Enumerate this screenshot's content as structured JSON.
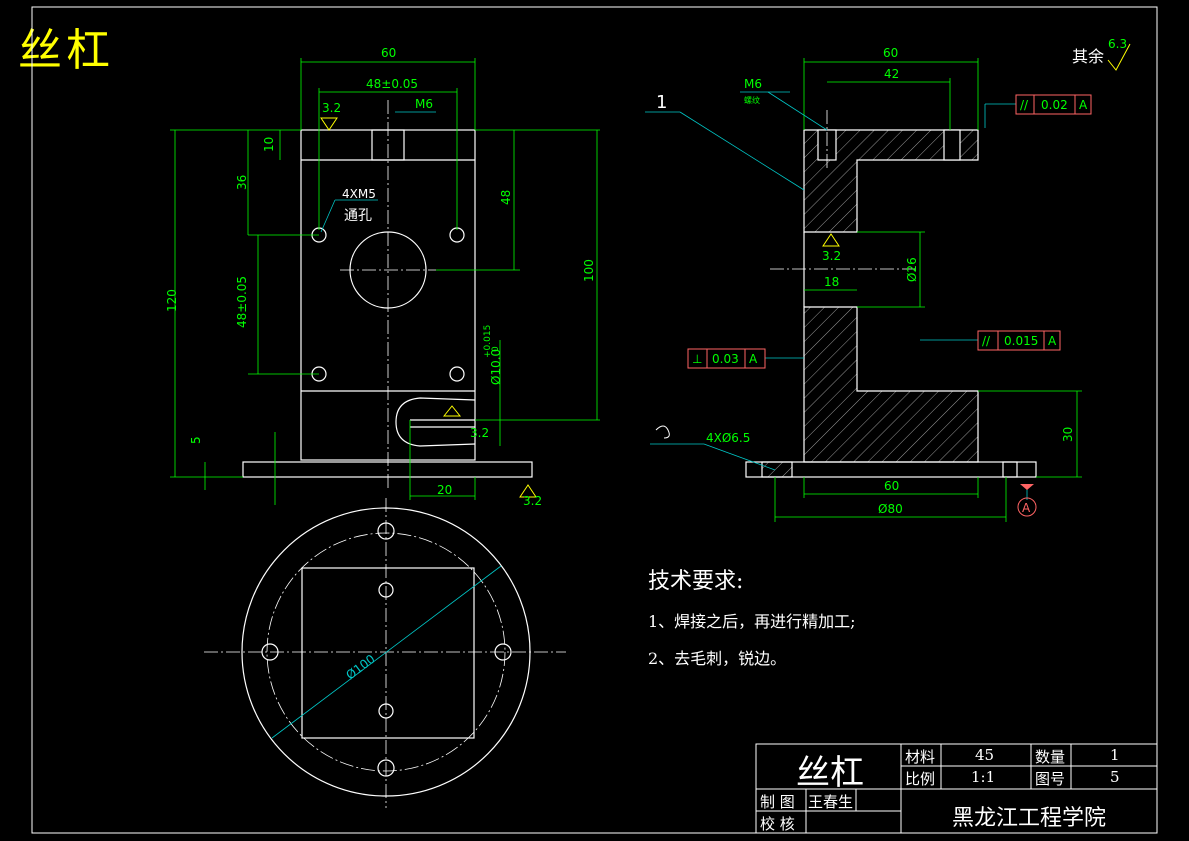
{
  "title": "丝杠",
  "front_view": {
    "dim_top": "60",
    "dim_hole_spacing_h": "48±0.05",
    "label_thread": "M6",
    "label_roughness": "3.2",
    "dim_10": "10",
    "dim_36": "36",
    "label_holes": "4XM5",
    "label_through": "通孔",
    "dim_48": "48",
    "dim_120": "120",
    "dim_100": "100",
    "dim_hole_spacing_v": "48±0.05",
    "dim_bore": "Ø10.0",
    "dim_bore_tol_up": "+0.015",
    "dim_bore_tol_lo": "0",
    "label_roughness_slot": "3.2",
    "dim_5": "5",
    "dim_20": "20",
    "label_roughness_base": "3.2"
  },
  "side_view": {
    "label_part": "1",
    "label_thread": "M6",
    "label_thread_depth": "螺纹",
    "dim_60_top": "60",
    "dim_42": "42",
    "remark": "其余",
    "remark_roughness": "6.3",
    "tol_top": {
      "symbol": "//",
      "value": "0.02",
      "datum": "A"
    },
    "label_roughness": "3.2",
    "dim_dia26": "Ø26",
    "dim_18": "18",
    "tol_mid": {
      "symbol": "//",
      "value": "0.015",
      "datum": "A"
    },
    "tol_left": {
      "symbol": "⊥",
      "value": "0.03",
      "datum": "A"
    },
    "label_holes": "4XØ6.5",
    "dim_30": "30",
    "dim_60_bottom": "60",
    "dim_dia80": "Ø80",
    "datum": "A"
  },
  "top_view": {
    "dim_dia100": "Ø100"
  },
  "tech_requirements": {
    "title": "技术要求:",
    "items": [
      "1、焊接之后，再进行精加工;",
      "2、去毛刺，锐边。"
    ]
  },
  "title_block": {
    "part_name": "丝杠",
    "material_label": "材料",
    "material": "45",
    "quantity_label": "数量",
    "quantity": "1",
    "scale_label": "比例",
    "scale": "1:1",
    "drawing_no_label": "图号",
    "drawing_no": "5",
    "drawn_label": "制 图",
    "drawn_by": "王春生",
    "checked_label": "校 核",
    "school": "黑龙江工程学院"
  },
  "colors": {
    "outline": "#ffffff",
    "dimension": "#00ff00",
    "leader": "#00c8c8",
    "callout": "#ff6464",
    "title": "#ffff00",
    "background": "#000000"
  }
}
